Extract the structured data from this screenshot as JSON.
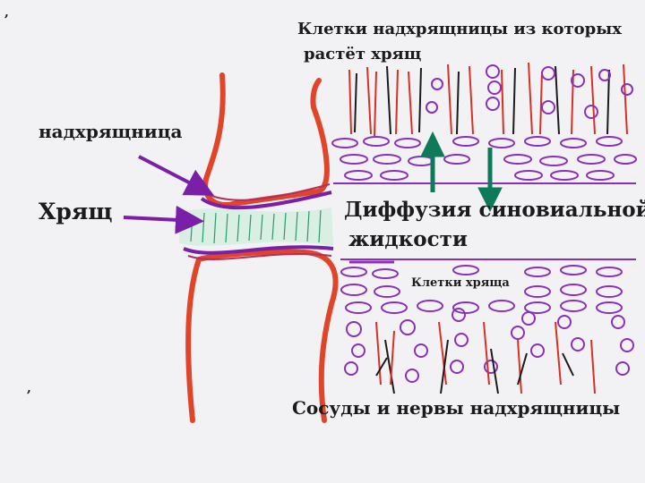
{
  "labels": {
    "perichondrium_cells_line1": "Клетки надхрящницы из которых",
    "perichondrium_cells_line2": "растёт хрящ",
    "perichondrium": "надхрящница",
    "cartilage": "Хрящ",
    "diffusion_line1": "Диффузия синовиальной",
    "diffusion_line2": "жидкости",
    "cartilage_cells": "Клетки хряща",
    "vessels_nerves": "Сосуды и нервы надхрящницы",
    "comma_top": ",",
    "comma_bottom": ","
  },
  "colors": {
    "background": "#f2f2f4",
    "bone_outline": "#e0452a",
    "perichondrium": "#7a1fa8",
    "cartilage_fill": "#2a9a6a",
    "arrow": "#0f7a5a",
    "purple_cells": "#8a30b8",
    "red_vessels": "#d93025"
  }
}
